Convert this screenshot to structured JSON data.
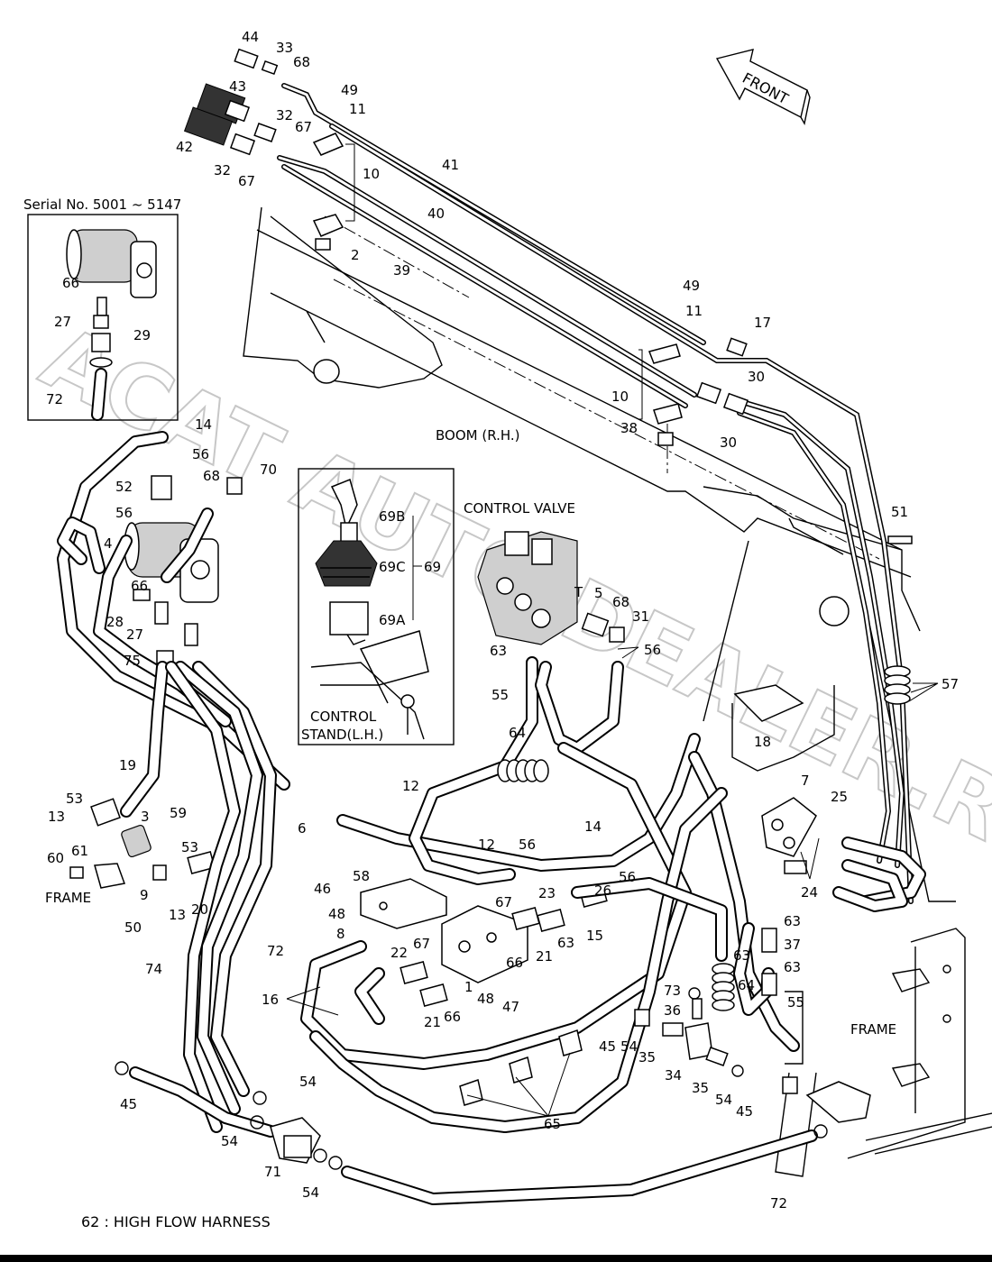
{
  "diagram": {
    "footnote": "62 : HIGH FLOW HARNESS",
    "watermark": "ACAT AUTO DEALER.RU",
    "labels": {
      "front": "FRONT",
      "serial": "Serial No. 5001 ~ 5147",
      "boom": "BOOM (R.H.)",
      "control_valve": "CONTROL VALVE",
      "control_stand_1": "CONTROL",
      "control_stand_2": "STAND(L.H.)",
      "frame_left": "FRAME",
      "frame_right": "FRAME",
      "port_t": "T"
    },
    "callouts": [
      "44",
      "33",
      "68",
      "43",
      "49",
      "11",
      "32",
      "67",
      "42",
      "32",
      "67",
      "10",
      "41",
      "40",
      "2",
      "39",
      "66",
      "27",
      "29",
      "72",
      "49",
      "11",
      "17",
      "30",
      "10",
      "30",
      "38",
      "14",
      "56",
      "68",
      "70",
      "52",
      "56",
      "4",
      "66",
      "28",
      "27",
      "75",
      "69B",
      "69C",
      "69",
      "69A",
      "5",
      "68",
      "31",
      "56",
      "63",
      "55",
      "51",
      "57",
      "64",
      "18",
      "19",
      "53",
      "13",
      "3",
      "59",
      "53",
      "60",
      "61",
      "9",
      "13",
      "20",
      "6",
      "12",
      "12",
      "56",
      "14",
      "58",
      "46",
      "48",
      "8",
      "67",
      "23",
      "56",
      "26",
      "15",
      "63",
      "21",
      "66",
      "22",
      "67",
      "1",
      "48",
      "47",
      "21",
      "66",
      "25",
      "7",
      "24",
      "63",
      "37",
      "63",
      "63",
      "64",
      "55",
      "73",
      "36",
      "35",
      "34",
      "35",
      "54",
      "45",
      "45",
      "54",
      "72",
      "74",
      "16",
      "65",
      "54",
      "54",
      "71",
      "54",
      "72",
      "45",
      "50",
      "FRAME"
    ]
  }
}
